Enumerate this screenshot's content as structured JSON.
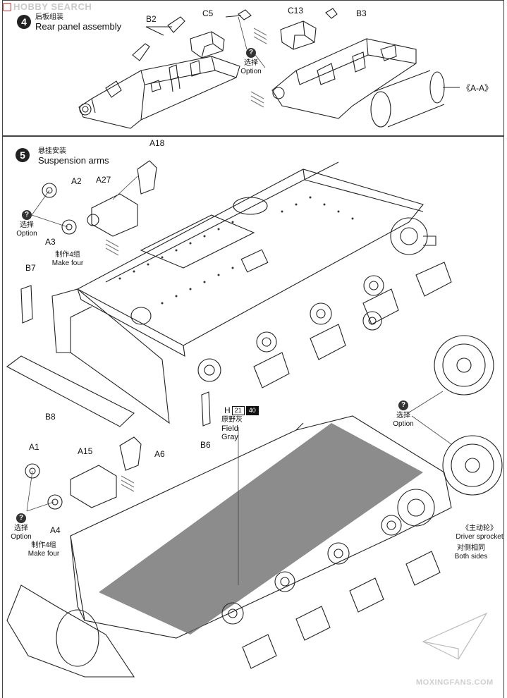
{
  "watermark_top": "HOBBY SEARCH",
  "watermark_bottom": "MOXINGFANS.COM",
  "step4": {
    "number": "4",
    "title_zh": "后板组装",
    "title_en": "Rear panel assembly",
    "labels": {
      "b2": "B2",
      "c5": "C5",
      "c13": "C13",
      "b3": "B3",
      "aa": "《A-A》"
    },
    "option_zh": "选择",
    "option_en": "Option"
  },
  "step5": {
    "number": "5",
    "title_zh": "悬挂安装",
    "title_en": "Suspension arms",
    "labels": {
      "a18": "A18",
      "a2": "A2",
      "a27": "A27",
      "a3": "A3",
      "b7": "B7",
      "b8": "B8",
      "b6": "B6",
      "a1": "A1",
      "a15": "A15",
      "a6": "A6",
      "a4": "A4"
    },
    "option_zh": "选择",
    "option_en": "Option",
    "make_four_zh": "制作4组",
    "make_four_en": "Make four",
    "paint": {
      "letter": "H",
      "code1": "21",
      "code2": "40",
      "name_zh": "原野灰",
      "name_en": "Field Gray"
    },
    "sprocket_zh": "《主动轮》",
    "sprocket_en": "Driver sprocket",
    "both_zh": "对侧相同",
    "both_en": "Both sides"
  }
}
